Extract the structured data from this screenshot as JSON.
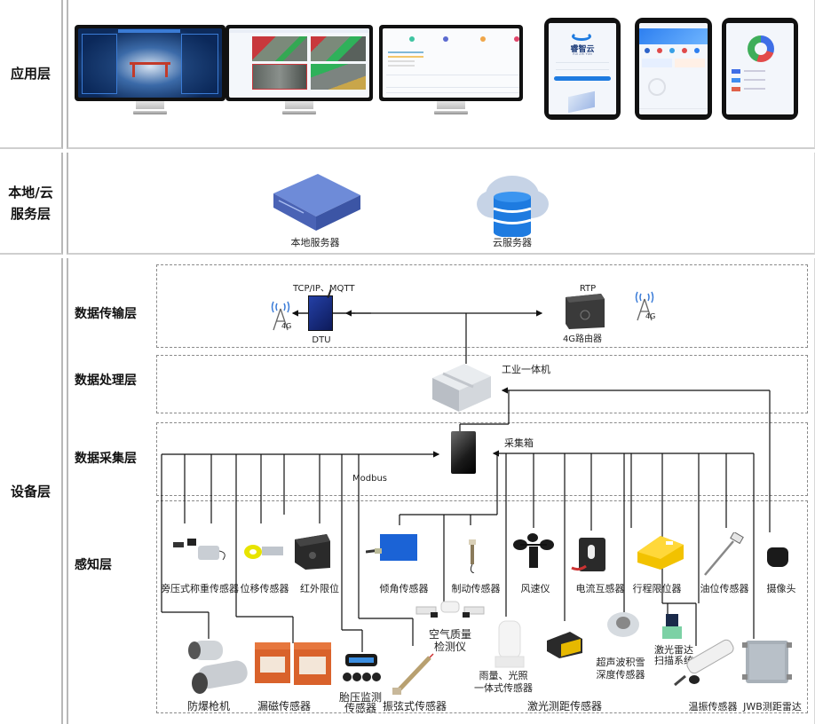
{
  "layers": {
    "application": {
      "label": "应用层"
    },
    "service": {
      "label_line1": "本地/云",
      "label_line2": "服务层",
      "local_server": "本地服务器",
      "cloud_server": "云服务器"
    },
    "device": {
      "label": "设备层",
      "sublayers": {
        "transmission": "数据传输层",
        "processing": "数据处理层",
        "collection": "数据采集层",
        "perception": "感知层"
      }
    }
  },
  "apps": {
    "mobile_brand": "睿智云",
    "mobile_brand_sub": "RUI ZHI YUN"
  },
  "transmission": {
    "dtu_protocol": "TCP/IP、MQTT",
    "dtu_label": "DTU",
    "router_protocol": "RTP",
    "router_label": "4G路由器",
    "antenna_text": "4G"
  },
  "processing": {
    "ipc_label": "工业一体机"
  },
  "collection": {
    "collector_label": "采集箱",
    "bus_label": "Modbus"
  },
  "sensors_row1": [
    "旁压式称重传感器",
    "位移传感器",
    "红外限位",
    "倾角传感器",
    "制动传感器",
    "风速仪",
    "电流互感器",
    "行程限位器",
    "油位传感器",
    "摄像头"
  ],
  "sensors_row2": {
    "air_quality_line1": "空气质量",
    "air_quality_line2": "检测仪",
    "explosion_camera": "防爆枪机",
    "magnetic_leak": "漏磁传感器",
    "tire_pressure_line1": "胎压监测",
    "tire_pressure_line2": "传感器",
    "vibrating_wire": "振弦式传感器",
    "rain_light_line1": "雨量、光照",
    "rain_light_line2": "一体式传感器",
    "laser_distance": "激光测距传感器",
    "ultrasonic_line1": "超声波积雪",
    "ultrasonic_line2": "深度传感器",
    "lidar_line1": "激光雷达",
    "lidar_line2": "扫描系统",
    "temp_vibration": "温振传感器",
    "jwb_radar": "JWB测距雷达"
  },
  "colors": {
    "server_blue": "#4f6fc4",
    "cloud_db_blue": "#1e7be0",
    "sensor_yellow": "#f2c200",
    "sensor_orange": "#d9622b",
    "inclinometer_blue": "#1b63d6"
  }
}
